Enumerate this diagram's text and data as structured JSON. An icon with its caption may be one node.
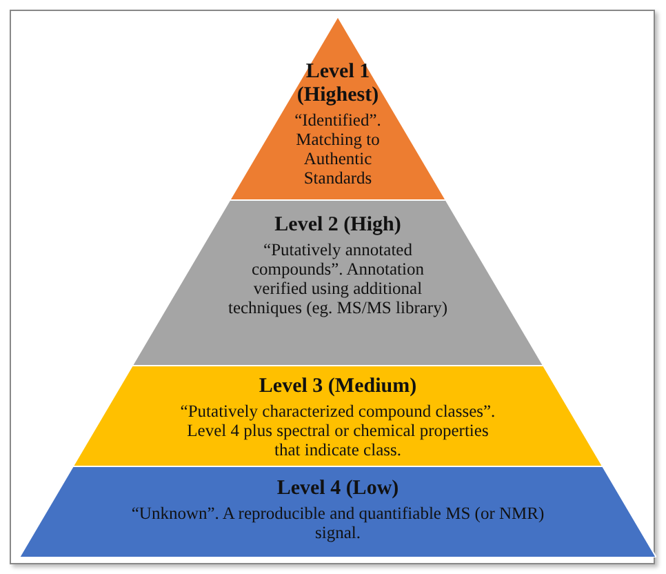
{
  "diagram": {
    "nodes": [
      {
        "text": [
          "Level 1 (Highest)",
          "“Identified”. Matching to Authentic Standards"
        ]
      },
      {
        "text": [
          "Level 2 (High)",
          "“Putatively annotated compounds”. Annotation verified using additional techniques (eg. MS/MS library)"
        ]
      },
      {
        "text": [
          "Level 3 (Medium)",
          "“Putatively characterized compound classes”. Level 4 plus spectral or chemical properties that indicate class."
        ]
      },
      {
        "text": [
          "Level 4 (Low)",
          "“Unknown”. A reproducible and quantifiable MS (or NMR) signal."
        ]
      }
    ]
  }
}
